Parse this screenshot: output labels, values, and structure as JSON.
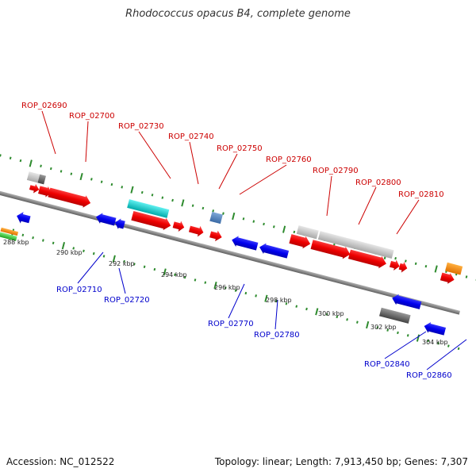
{
  "title": "Rhodococcus opacus B4, complete genome",
  "footer": {
    "accession": "Accession: NC_012522",
    "summary": "Topology: linear; Length: 7,913,450 bp; Genes: 7,307"
  },
  "colors": {
    "background": "#ffffff",
    "axis": "#808080",
    "forward_label": "#cc0000",
    "reverse_label": "#0000cc",
    "tick": "#2e8b2e"
  },
  "scale_labels": [
    {
      "text": "288 kbp"
    },
    {
      "text": "290 kbp"
    },
    {
      "text": "292 kbp"
    },
    {
      "text": "294 kbp"
    },
    {
      "text": "296 kbp"
    },
    {
      "text": "298 kbp"
    },
    {
      "text": "300 kbp"
    },
    {
      "text": "302 kbp"
    },
    {
      "text": "304 kbp"
    }
  ],
  "forward_genes": [
    {
      "label": "ROP_02690"
    },
    {
      "label": "ROP_02700"
    },
    {
      "label": "ROP_02730"
    },
    {
      "label": "ROP_02740"
    },
    {
      "label": "ROP_02750"
    },
    {
      "label": "ROP_02760"
    },
    {
      "label": "ROP_02790"
    },
    {
      "label": "ROP_02800"
    },
    {
      "label": "ROP_02810"
    }
  ],
  "reverse_genes": [
    {
      "label": "ROP_02710"
    },
    {
      "label": "ROP_02720"
    },
    {
      "label": "ROP_02770"
    },
    {
      "label": "ROP_02780"
    },
    {
      "label": "ROP_02840"
    },
    {
      "label": "ROP_02860"
    }
  ]
}
